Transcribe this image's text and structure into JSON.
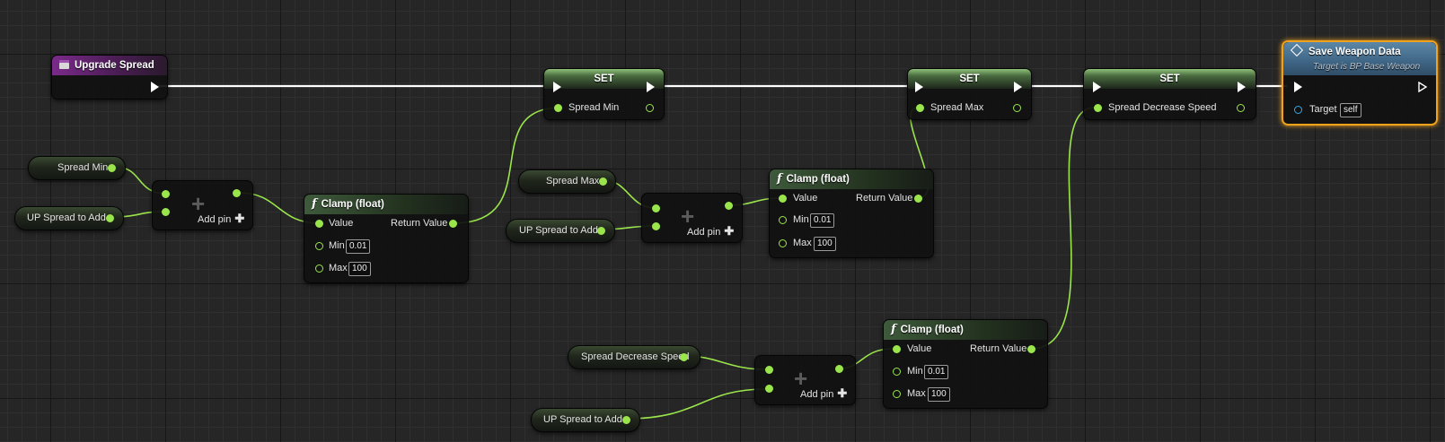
{
  "event_node": {
    "title": "Upgrade Spread"
  },
  "set_nodes": [
    {
      "title": "SET",
      "pin_label": "Spread Min"
    },
    {
      "title": "SET",
      "pin_label": "Spread Max"
    },
    {
      "title": "SET",
      "pin_label": "Spread Decrease Speed"
    }
  ],
  "call_node": {
    "title": "Save Weapon Data",
    "subtitle": "Target is BP Base Weapon",
    "target_label": "Target",
    "target_value": "self"
  },
  "clamp_nodes": [
    {
      "title": "Clamp (float)",
      "value_label": "Value",
      "return_label": "Return Value",
      "min_label": "Min",
      "min_value": "0.01",
      "max_label": "Max",
      "max_value": "100"
    },
    {
      "title": "Clamp (float)",
      "value_label": "Value",
      "return_label": "Return Value",
      "min_label": "Min",
      "min_value": "0.01",
      "max_label": "Max",
      "max_value": "100"
    },
    {
      "title": "Clamp (float)",
      "value_label": "Value",
      "return_label": "Return Value",
      "min_label": "Min",
      "min_value": "0.01",
      "max_label": "Max",
      "max_value": "100"
    }
  ],
  "add_nodes": [
    {
      "add_pin_label": "Add pin"
    },
    {
      "add_pin_label": "Add pin"
    },
    {
      "add_pin_label": "Add pin"
    }
  ],
  "var_nodes": [
    {
      "label": "Spread Min"
    },
    {
      "label": "UP Spread to Add"
    },
    {
      "label": "Spread Max"
    },
    {
      "label": "UP Spread to Add"
    },
    {
      "label": "Spread Decrease Speed"
    },
    {
      "label": "UP Spread to Add"
    }
  ],
  "colors": {
    "exec_wire": "#ffffff",
    "float_wire": "#9be54c",
    "selection": "#f0a21c",
    "object_pin": "#38a7e8"
  },
  "icons": {
    "event": "event-icon",
    "function": "function-f-icon",
    "call": "diamond-icon",
    "add": "plus-icon"
  }
}
